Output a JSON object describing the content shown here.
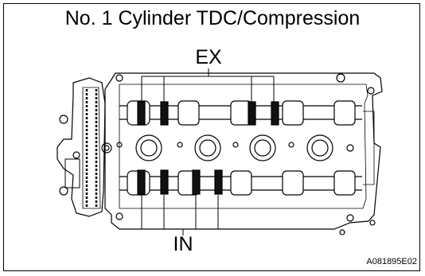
{
  "figure": {
    "title": "No. 1 Cylinder TDC/Compression",
    "exhaust_label": "EX",
    "intake_label": "IN",
    "code": "A081895E02"
  }
}
